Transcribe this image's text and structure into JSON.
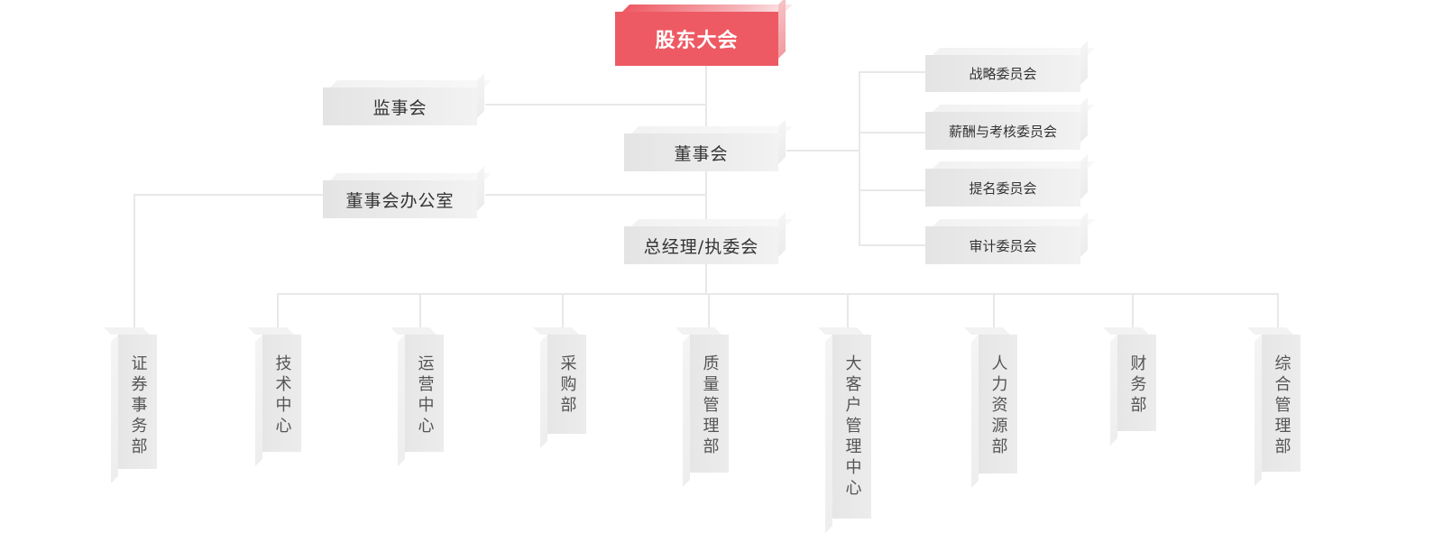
{
  "root": {
    "label": "股东大会",
    "color": "#ee5a64"
  },
  "tier1": {
    "supervisory": "监事会",
    "board": "董事会",
    "board_office": "董事会办公室",
    "gm": "总经理/执委会"
  },
  "committees": [
    {
      "label": "战略委员会"
    },
    {
      "label": "薪酬与考核委员会"
    },
    {
      "label": "提名委员会"
    },
    {
      "label": "审计委员会"
    }
  ],
  "departments": [
    {
      "label": "证券事务部"
    },
    {
      "label": "技术中心"
    },
    {
      "label": "运营中心"
    },
    {
      "label": "采购部"
    },
    {
      "label": "质量管理部"
    },
    {
      "label": "大客户管理中心"
    },
    {
      "label": "人力资源部"
    },
    {
      "label": "财务部"
    },
    {
      "label": "综合管理部"
    }
  ]
}
